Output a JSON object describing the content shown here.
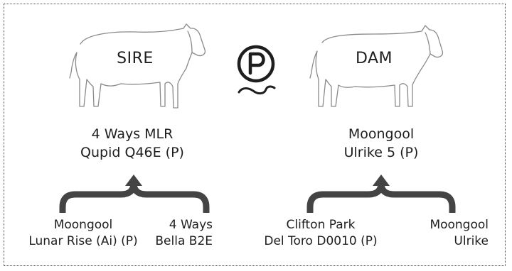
{
  "sire": {
    "tag": "SIRE",
    "line1": "4 Ways MLR",
    "line2": "Qupid Q46E (P)",
    "parents": {
      "left": {
        "line1": "Moongool",
        "line2": "Lunar Rise (Ai) (P)"
      },
      "right": {
        "line1": "4 Ways",
        "line2": "Bella B2E"
      }
    }
  },
  "dam": {
    "tag": "DAM",
    "line1": "Moongool",
    "line2": "Ulrike 5 (P)",
    "parents": {
      "left": {
        "line1": "Clifton Park",
        "line2": "Del Toro D0010 (P)"
      },
      "right": {
        "line1": "Moongool",
        "line2": "Ulrike"
      }
    }
  },
  "poll_symbol": {
    "letter": "P",
    "icon": "polled-p-icon"
  },
  "colors": {
    "ink": "#1e1e1e",
    "bracket": "#444444",
    "outline": "#888888",
    "border": "#555555"
  }
}
